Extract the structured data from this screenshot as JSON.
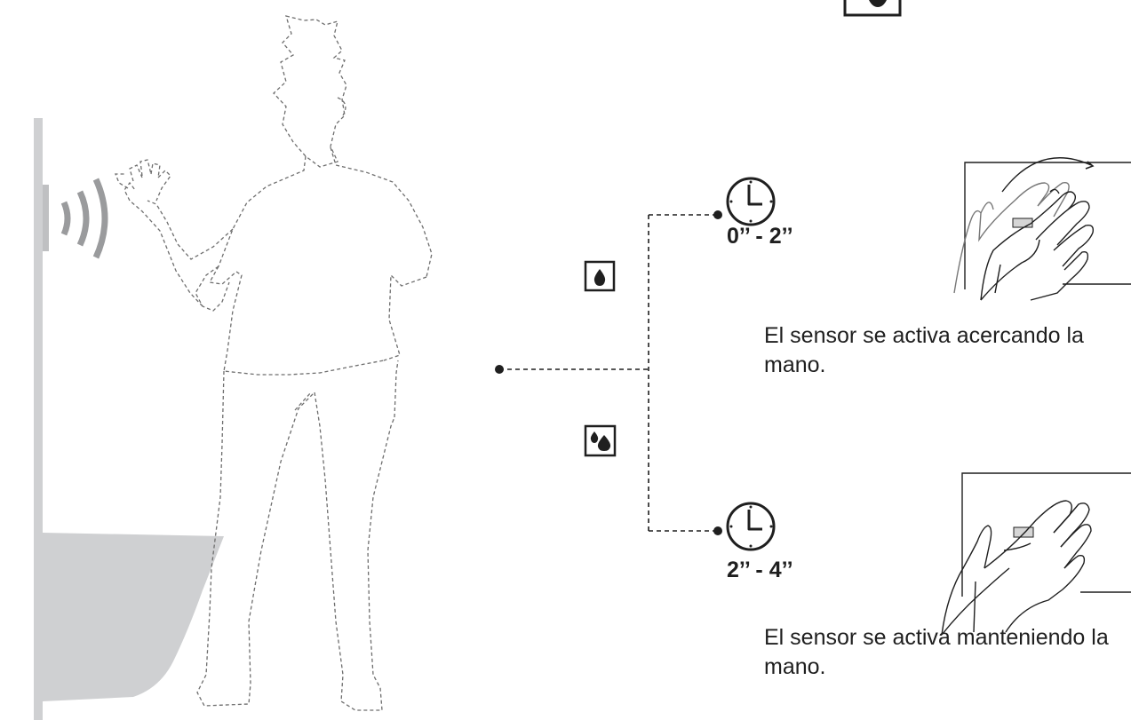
{
  "timings": {
    "short": "0’’ - 2’’",
    "long": "2’’ - 4’’"
  },
  "captions": {
    "approach": "El sensor se activa acercando la mano.",
    "hold": "El sensor se activa manteniendo la mano."
  },
  "icons": {
    "top": "partial-icon",
    "small_flush": "single-drop-icon",
    "full_flush": "double-drop-icon",
    "clock": "clock-icon",
    "sensor": "sensor-waves-icon"
  },
  "colors": {
    "wall": "#cfd0d2",
    "waves": "#9a9b9d",
    "line": "#1f1f1f"
  }
}
